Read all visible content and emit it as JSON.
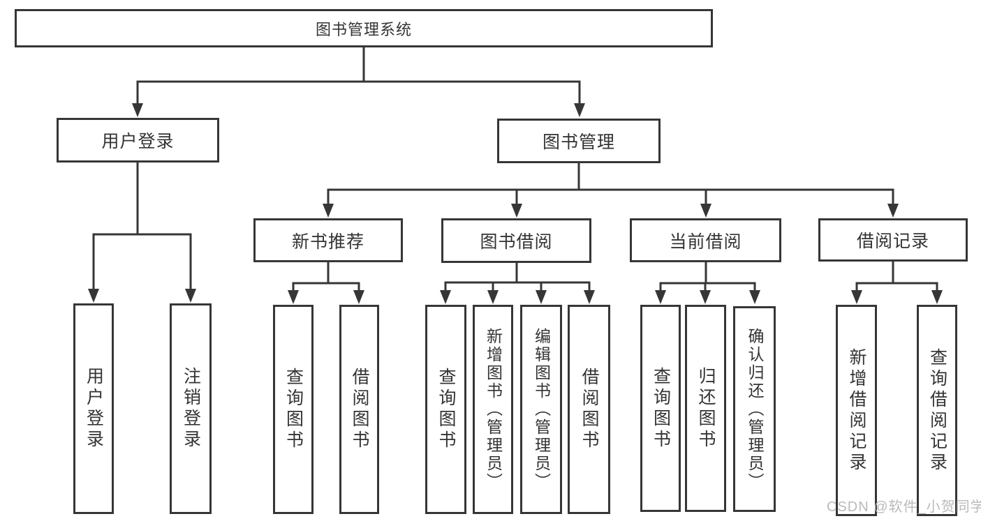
{
  "diagram": {
    "title": "图书管理系统",
    "watermark": "CSDN @软件_小贺同学",
    "colors": {
      "line": "#363636",
      "box_border": "#363636",
      "box_fill": "#ffffff",
      "text": "#333333",
      "watermark": "#b3b3b3",
      "background": "#ffffff"
    },
    "nodes": {
      "root": {
        "label": "图书管理系统"
      },
      "user_login": {
        "label": "用户登录"
      },
      "book_mgmt": {
        "label": "图书管理"
      },
      "new_book_rec": {
        "label": "新书推荐"
      },
      "book_borrow": {
        "label": "图书借阅"
      },
      "current_borrow": {
        "label": "当前借阅"
      },
      "borrow_records": {
        "label": "借阅记录"
      },
      "ul_login": {
        "label": "用户登录"
      },
      "ul_logout": {
        "label": "注销登录"
      },
      "nb_query": {
        "label": "查询图书"
      },
      "nb_borrow": {
        "label": "借阅图书"
      },
      "bb_query": {
        "label": "查询图书"
      },
      "bb_add": {
        "label": "新增图书（管理员）"
      },
      "bb_edit": {
        "label": "编辑图书（管理员）"
      },
      "bb_borrow": {
        "label": "借阅图书"
      },
      "cb_query": {
        "label": "查询图书"
      },
      "cb_return": {
        "label": "归还图书"
      },
      "cb_confirm": {
        "label": "确认归还（管理员）"
      },
      "br_add": {
        "label": "新增借阅记录"
      },
      "br_query": {
        "label": "查询借阅记录"
      }
    },
    "structure": [
      {
        "node": "root",
        "children": [
          "user_login",
          "book_mgmt"
        ]
      },
      {
        "node": "user_login",
        "children": [
          "ul_login",
          "ul_logout"
        ]
      },
      {
        "node": "book_mgmt",
        "children": [
          "new_book_rec",
          "book_borrow",
          "current_borrow",
          "borrow_records"
        ]
      },
      {
        "node": "new_book_rec",
        "children": [
          "nb_query",
          "nb_borrow"
        ]
      },
      {
        "node": "book_borrow",
        "children": [
          "bb_query",
          "bb_add",
          "bb_edit",
          "bb_borrow"
        ]
      },
      {
        "node": "current_borrow",
        "children": [
          "cb_query",
          "cb_return",
          "cb_confirm"
        ]
      },
      {
        "node": "borrow_records",
        "children": [
          "br_add",
          "br_query"
        ]
      }
    ]
  }
}
